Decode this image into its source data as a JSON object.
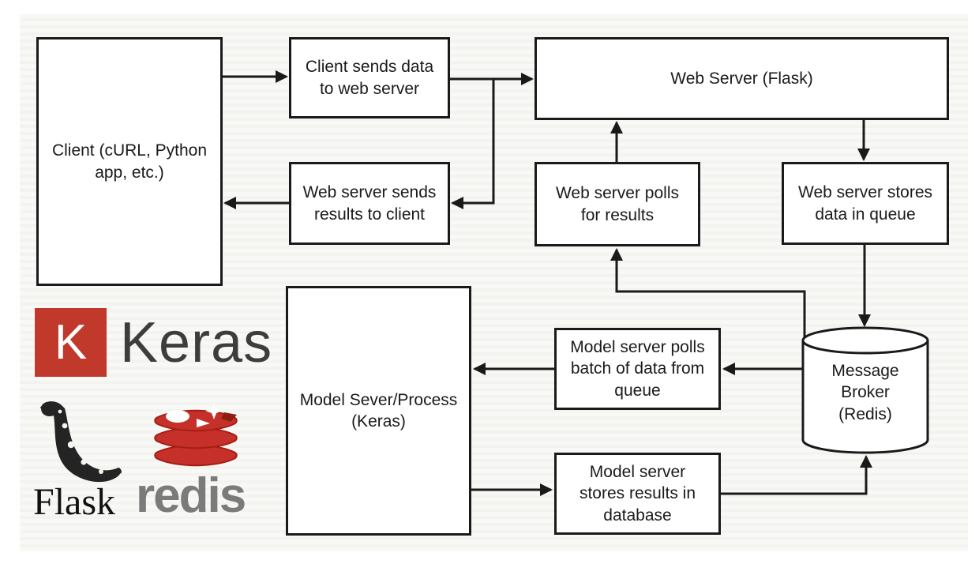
{
  "nodes": {
    "client": {
      "label": "Client (cURL, Python\napp, etc.)"
    },
    "client_sends": {
      "label": "Client sends data\nto web server"
    },
    "web_server": {
      "label": "Web Server (Flask)"
    },
    "server_sends": {
      "label": "Web server sends\nresults to client"
    },
    "polls_results": {
      "label": "Web server polls\nfor results"
    },
    "stores_queue": {
      "label": "Web server stores\ndata in queue"
    },
    "model_server": {
      "label": "Model Sever/Process\n(Keras)"
    },
    "polls_batch": {
      "label": "Model server polls\nbatch of data from\nqueue"
    },
    "stores_db": {
      "label": "Model server\nstores results in\ndatabase"
    },
    "broker": {
      "label": "Message\nBroker\n(Redis)"
    }
  },
  "logos": {
    "keras": {
      "letter": "K",
      "wordmark": "Keras",
      "badge_color": "#c0392b",
      "text_color": "#3d3d3d"
    },
    "flask": {
      "wordmark": "Flask",
      "text_color": "#111111"
    },
    "redis": {
      "wordmark": "redis",
      "brand_red": "#c6302b",
      "brand_dark_red": "#a41e11",
      "text_color": "#7b7b7b"
    }
  },
  "colors": {
    "line": "#1a1a1a",
    "box_fill": "#ffffff",
    "canvas": "#f6f6f4"
  }
}
